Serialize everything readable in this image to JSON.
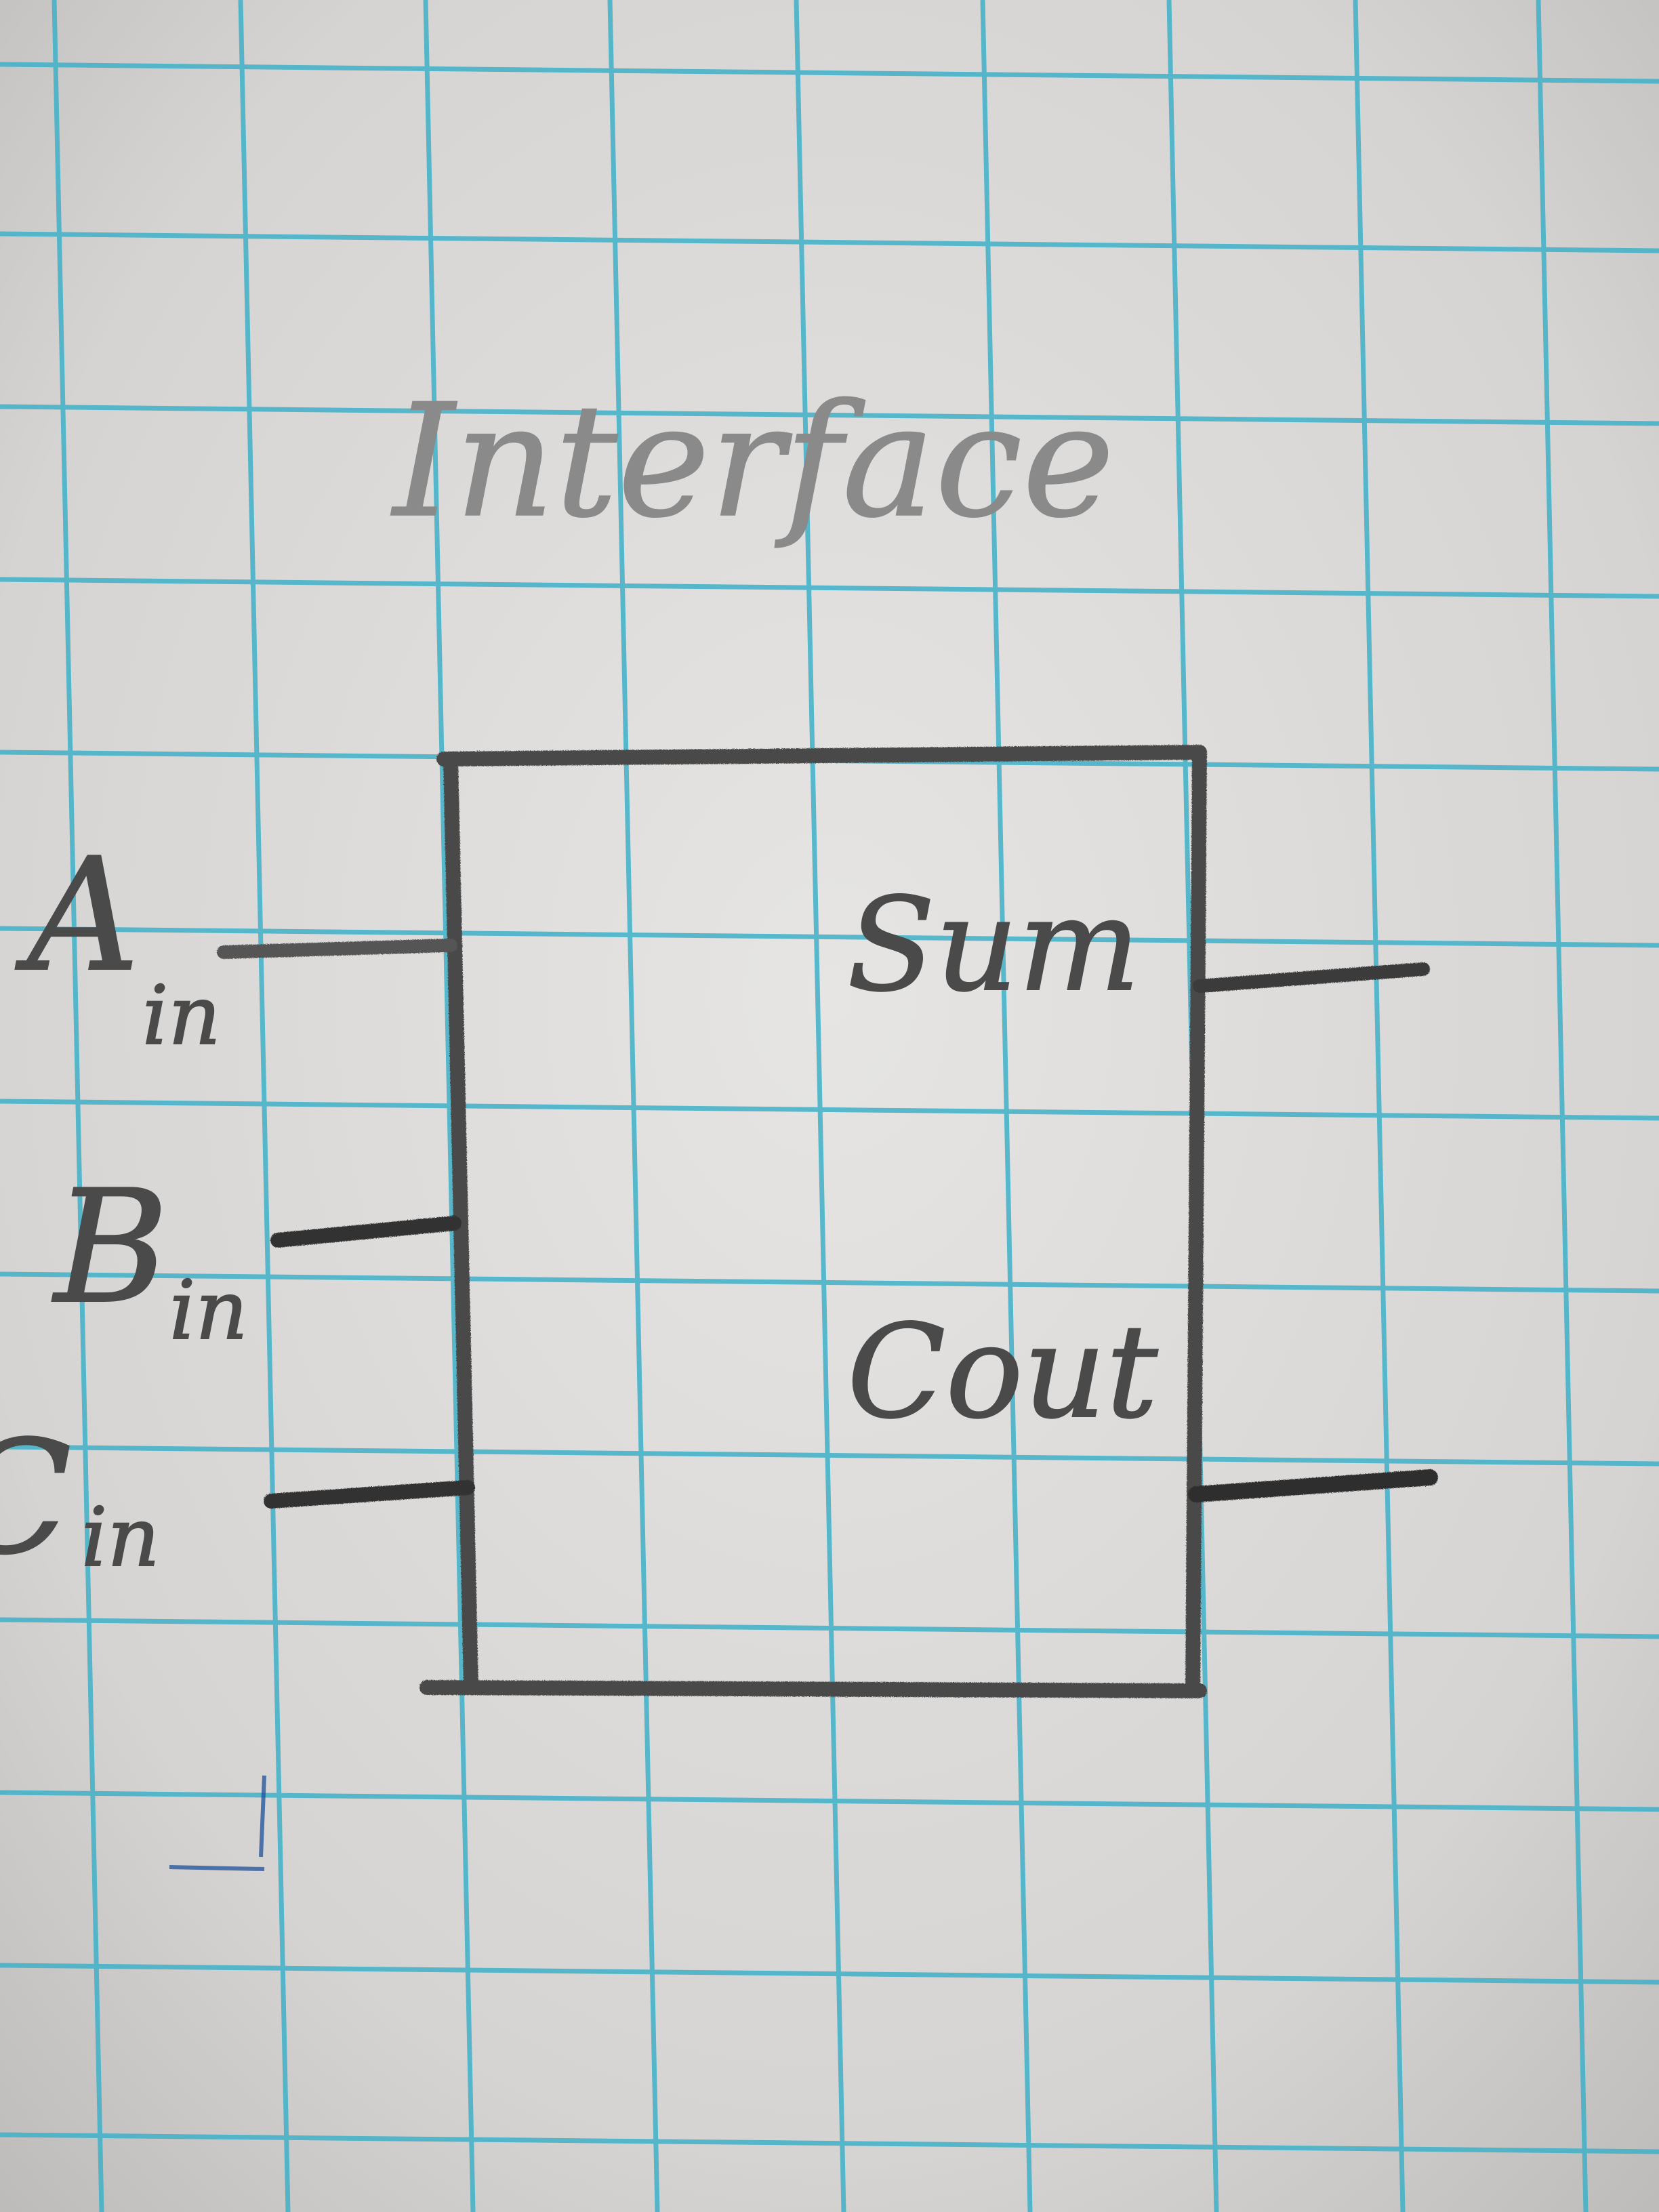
{
  "diagram": {
    "title": "Interface",
    "inputs": [
      {
        "main": "A",
        "sub": "in"
      },
      {
        "main": "B",
        "sub": "in"
      },
      {
        "main": "C",
        "sub": "in"
      }
    ],
    "outputs": [
      {
        "label": "Sum"
      },
      {
        "label": "Cout"
      }
    ]
  },
  "colors": {
    "paper": "#dcdad8",
    "grid": "#3fb0c8",
    "pencil_dark": "#3a3a3a",
    "pencil_light": "#8a8a8a"
  }
}
